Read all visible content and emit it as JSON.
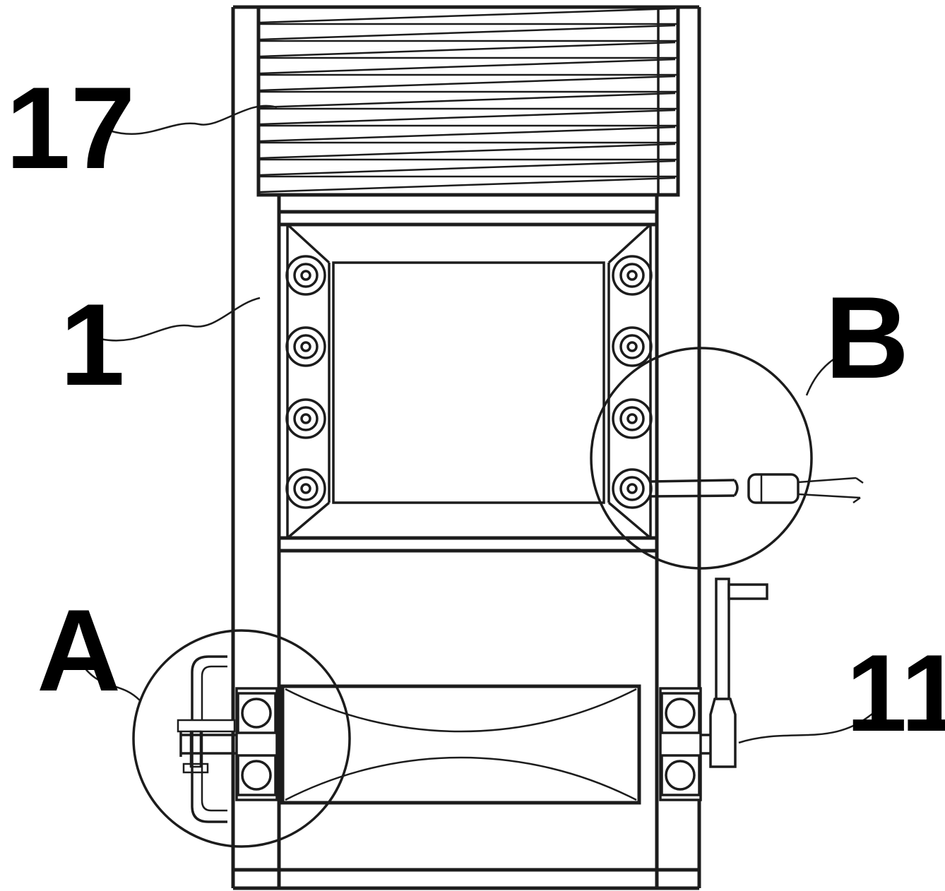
{
  "figure": {
    "type": "patent-line-drawing",
    "labels": {
      "part17": "17",
      "part1": "1",
      "detailA": "A",
      "detailB": "B",
      "part11": "11"
    },
    "parts": {
      "part17_name": "louvered-slat-block",
      "part1_name": "frame-side-rail",
      "detailA_name": "left-bearing-clamp-detail-circle",
      "detailB_name": "right-roller-plug-detail-circle",
      "part11_name": "crank-handle"
    },
    "colors": {
      "line": "#1c1c1c",
      "background": "#ffffff",
      "text": "#000000"
    }
  }
}
